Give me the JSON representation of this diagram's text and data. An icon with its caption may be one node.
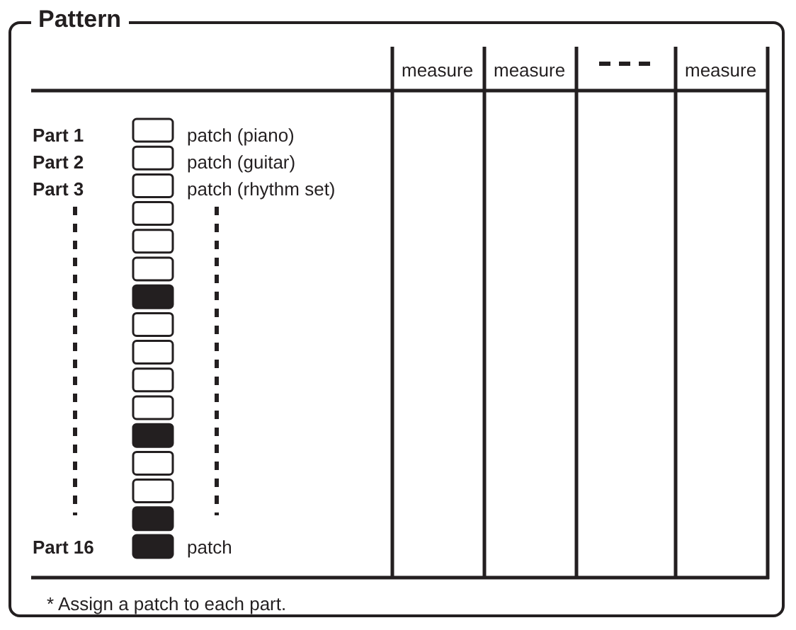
{
  "diagram": {
    "nodes": [
      {
        "text": [
          "Pattern"
        ]
      }
    ],
    "labels": [
      "measure",
      "measure",
      "measure",
      "Part 1",
      "patch (piano)",
      "Part 2",
      "patch (guitar)",
      "Part 3",
      "patch (rhythm set)",
      "Part 16",
      "patch",
      "* Assign a patch to each part."
    ]
  }
}
